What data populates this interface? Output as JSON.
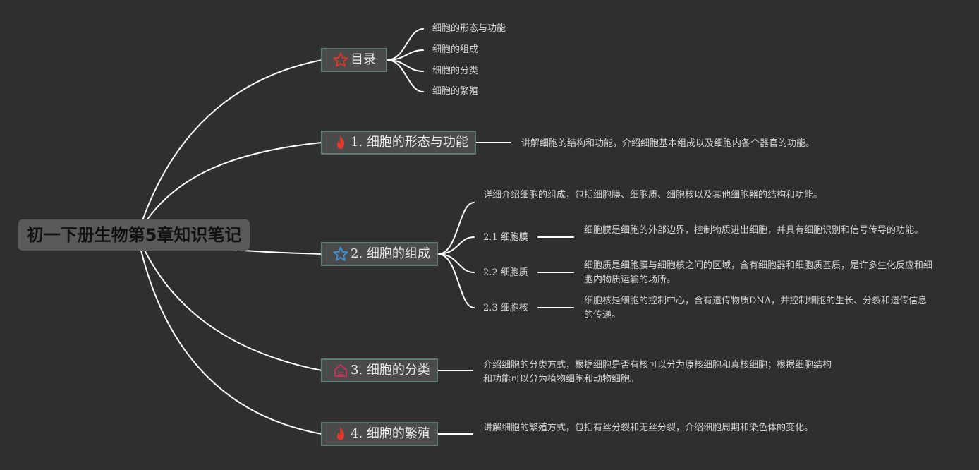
{
  "root": {
    "title": "初一下册生物第5章知识笔记"
  },
  "branches": {
    "toc": {
      "label": "目录",
      "items": [
        "细胞的形态与功能",
        "细胞的组成",
        "细胞的分类",
        "细胞的繁殖"
      ]
    },
    "b1": {
      "label": "1. 细胞的形态与功能",
      "desc": "讲解细胞的结构和功能，介绍细胞基本组成以及细胞内各个器官的功能。"
    },
    "b2": {
      "label": "2. 细胞的组成",
      "desc": "详细介绍细胞的组成，包括细胞膜、细胞质、细胞核以及其他细胞器的结构和功能。",
      "subs": [
        {
          "label": "2.1 细胞膜",
          "desc": "细胞膜是细胞的外部边界，控制物质进出细胞，并具有细胞识别和信号传导的功能。"
        },
        {
          "label": "2.2 细胞质",
          "desc": "细胞质是细胞膜与细胞核之间的区域，含有细胞器和细胞质基质，是许多生化反应和细胞内物质运输的场所。"
        },
        {
          "label": "2.3 细胞核",
          "desc": "细胞核是细胞的控制中心，含有遗传物质DNA，并控制细胞的生长、分裂和遗传信息的传递。"
        }
      ]
    },
    "b3": {
      "label": "3. 细胞的分类",
      "desc": "介绍细胞的分类方式，根据细胞是否有核可以分为原核细胞和真核细胞；根据细胞结构和功能可以分为植物细胞和动物细胞。"
    },
    "b4": {
      "label": "4. 细胞的繁殖",
      "desc": "讲解细胞的繁殖方式，包括有丝分裂和无丝分裂，介绍细胞周期和染色体的变化。"
    }
  },
  "icons": {
    "toc": "star-outline-icon",
    "b1": "flame-icon",
    "b2": "star-outline-icon",
    "b3": "house-icon",
    "b4": "flame-icon"
  },
  "colors": {
    "background": "#2f2f2f",
    "line": "#ffffff",
    "star_red": "#d9362b",
    "flame": "#e23a2a",
    "star_blue": "#3a8ecf",
    "house": "#c0355a"
  }
}
